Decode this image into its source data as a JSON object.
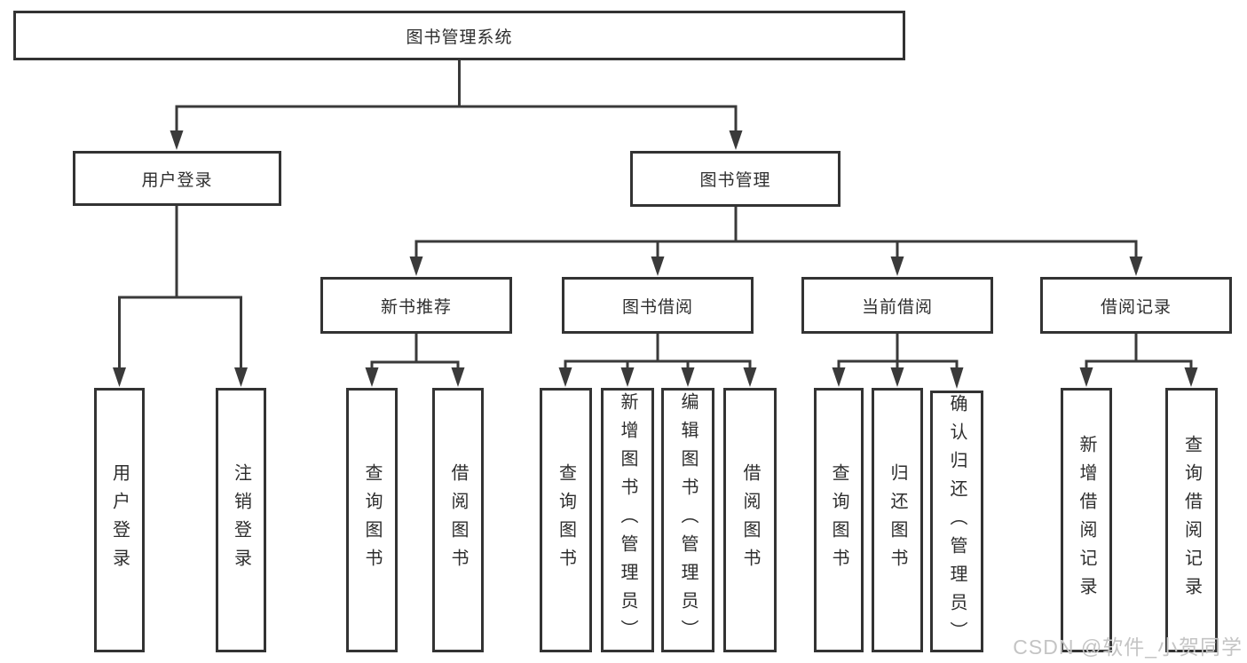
{
  "diagram": {
    "root": {
      "label": "图书管理系统"
    },
    "level2": {
      "user_login": {
        "label": "用户登录"
      },
      "book_management": {
        "label": "图书管理"
      }
    },
    "level3": {
      "new_book_recommend": {
        "label": "新书推荐"
      },
      "book_borrow": {
        "label": "图书借阅"
      },
      "current_borrow": {
        "label": "当前借阅"
      },
      "borrow_record": {
        "label": "借阅记录"
      }
    },
    "leaves": {
      "user_login": [
        "用户登录",
        "注销登录"
      ],
      "new_book_recommend": [
        "查询图书",
        "借阅图书"
      ],
      "book_borrow": [
        "查询图书",
        "新增图书（管理员）",
        "编辑图书（管理员）",
        "借阅图书"
      ],
      "current_borrow": [
        "查询图书",
        "归还图书",
        "确认归还（管理员）"
      ],
      "borrow_record": [
        "新增借阅记录",
        "查询借阅记录"
      ]
    },
    "colors": {
      "line": "#3a3a3a",
      "box_border": "#333333",
      "box_fill": "#ffffff",
      "text": "#2e2e2e",
      "watermark": "#c4c4c4"
    },
    "watermark": "CSDN @软件_小贺同学"
  }
}
